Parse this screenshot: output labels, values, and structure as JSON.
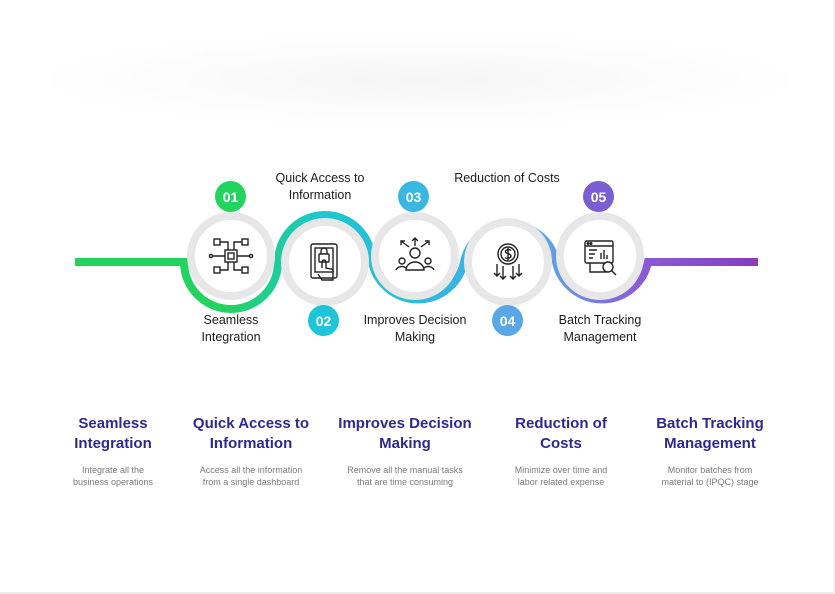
{
  "steps": [
    {
      "number": "01",
      "flow_label": "Seamless Integration",
      "icon": "circuit-chip-icon",
      "color": "#24d45a",
      "card_title": "Seamless Integration",
      "card_desc": "Integrate all the business operations"
    },
    {
      "number": "02",
      "flow_label": "Quick Access to Information",
      "icon": "touch-access-door-icon",
      "color": "#1dc5d8",
      "card_title": "Quick Access to Information",
      "card_desc": "Access all the information from a single dashboard"
    },
    {
      "number": "03",
      "flow_label": "Improves Decision Making",
      "icon": "decision-arrows-person-icon",
      "color": "#3bb4e3",
      "card_title": "Improves Decision Making",
      "card_desc": "Remove all the manual tasks that are time consuming"
    },
    {
      "number": "04",
      "flow_label": "Reduction of Costs",
      "icon": "dollar-coin-down-arrows-icon",
      "color": "#5aa7e8",
      "card_title": "Reduction of Costs",
      "card_desc": "Minimize over time and labor related expense"
    },
    {
      "number": "05",
      "flow_label": "Batch Tracking Management",
      "icon": "dashboard-magnifier-icon",
      "color": "#7a5fd2",
      "card_title": "Batch Tracking Management",
      "card_desc": "Monitor batches from material to (IPQC) stage"
    }
  ],
  "colors": {
    "title_text": "#2e2891",
    "desc_text": "#7a7a7a",
    "circle_ring": "#e6e6e6",
    "end_purple": "#8a3bc0"
  }
}
